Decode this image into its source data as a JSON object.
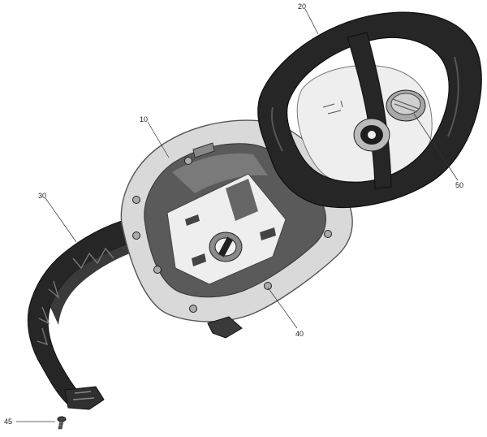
{
  "callouts": [
    {
      "id": "20",
      "label": "20"
    },
    {
      "id": "10",
      "label": "10"
    },
    {
      "id": "30",
      "label": "30"
    },
    {
      "id": "50",
      "label": "50"
    },
    {
      "id": "40",
      "label": "40"
    },
    {
      "id": "45",
      "label": "45"
    }
  ],
  "colors": {
    "black_part": "#262626",
    "grey_frame": "#d9d9d9",
    "dark_grey": "#5a5a5a",
    "mid_grey": "#a8a8a8",
    "light_panel": "#eeeeee",
    "leader_line": "#333333"
  }
}
